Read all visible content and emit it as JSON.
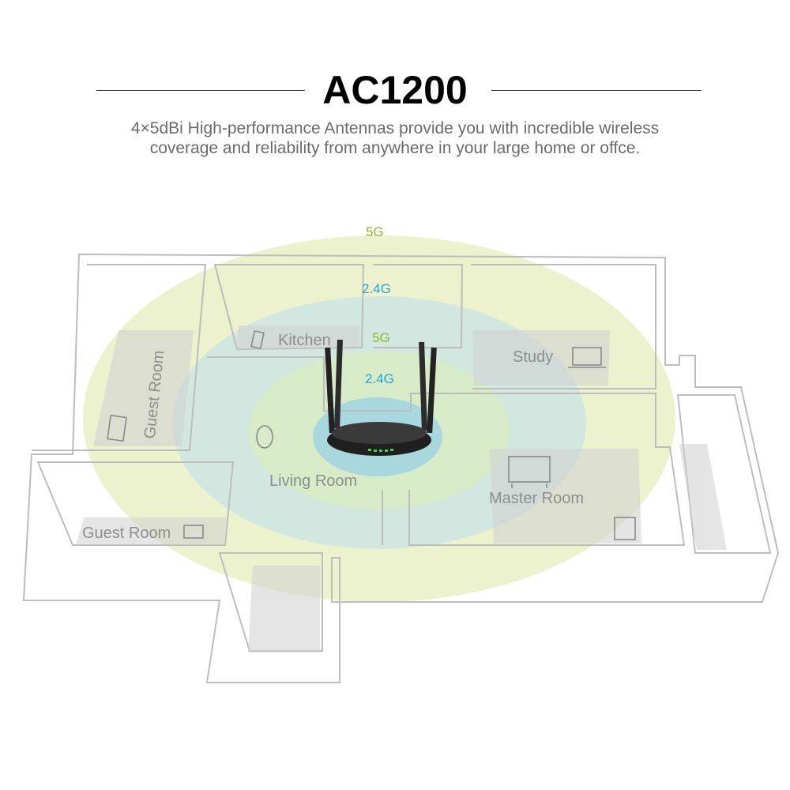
{
  "header": {
    "title": "AC1200",
    "subtitle_line1": "4×5dBi High-performance Antennas provide you with incredible wireless",
    "subtitle_line2": "coverage and reliability from anywhere in your large home or offce."
  },
  "coverage": {
    "outer_5g": "5G",
    "outer_24g": "2.4G",
    "inner_5g": "5G",
    "inner_24g": "2.4G"
  },
  "rooms": {
    "kitchen": "Kitchen",
    "study": "Study",
    "guest_room_vertical": "Guest Room",
    "living_room": "Living Room",
    "master_room": "Master Room",
    "guest_room_bottom": "Guest Room"
  },
  "colors": {
    "ring_5g": "#e8efc4",
    "ring_24g": "#c9e5e3",
    "ring_inner_5g": "#d9ebc6",
    "ring_inner_24g": "#a9d9de",
    "router_body": "#2a2a2a",
    "led": "#3fd14b"
  },
  "icons": [
    "router-icon",
    "laptop-icon",
    "tv-icon",
    "lamp-icon"
  ]
}
